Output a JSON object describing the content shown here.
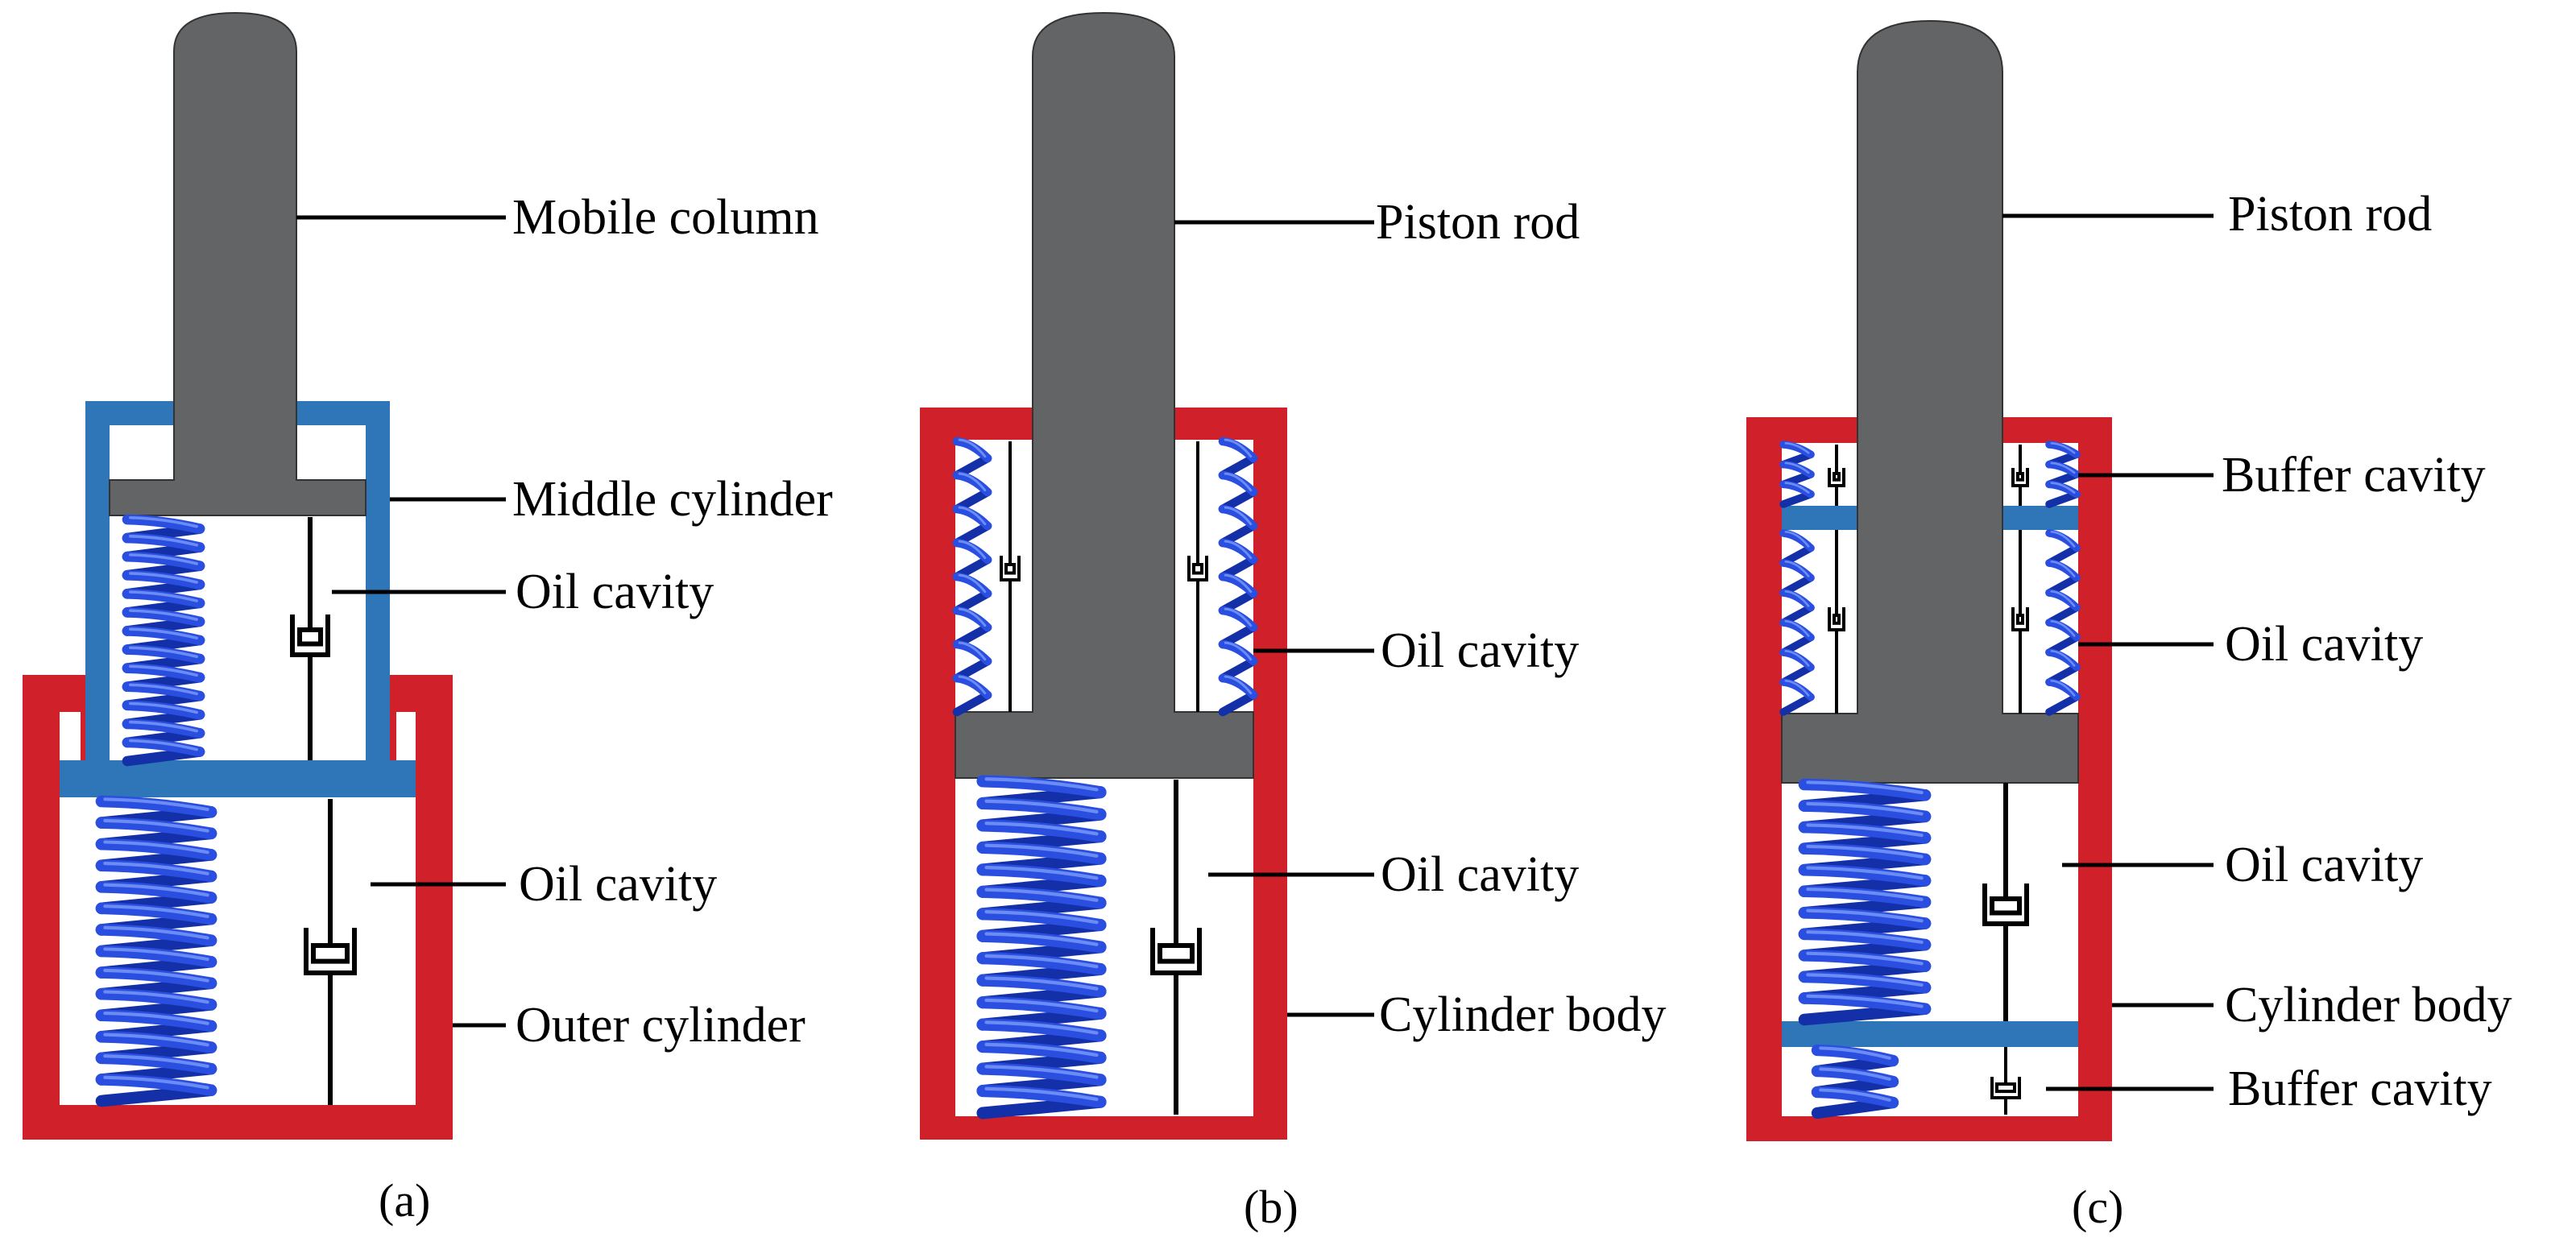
{
  "diagram_a": {
    "caption": "(a)",
    "labels": {
      "mobile_column": "Mobile column",
      "middle_cylinder": "Middle cylinder",
      "oil_cavity_upper": "Oil cavity",
      "oil_cavity_lower": "Oil cavity",
      "outer_cylinder": "Outer cylinder"
    }
  },
  "diagram_b": {
    "caption": "(b)",
    "labels": {
      "piston_rod": "Piston rod",
      "oil_cavity_upper": "Oil cavity",
      "oil_cavity_lower": "Oil cavity",
      "cylinder_body": "Cylinder body"
    }
  },
  "diagram_c": {
    "caption": "(c)",
    "labels": {
      "piston_rod": "Piston rod",
      "buffer_cavity_top": "Buffer cavity",
      "oil_cavity_upper": "Oil cavity",
      "oil_cavity_lower": "Oil cavity",
      "cylinder_body": "Cylinder body",
      "buffer_cavity_bottom": "Buffer cavity"
    }
  },
  "colors": {
    "rod": "#636466",
    "outer_cylinder": "#d0202a",
    "middle_cylinder": "#2e76b8",
    "spring": "#2a4fe0",
    "spring_dark": "#1430a8",
    "spring_light": "#6c8cf5"
  },
  "icons": [
    "coil-spring",
    "hydraulic-damper"
  ]
}
